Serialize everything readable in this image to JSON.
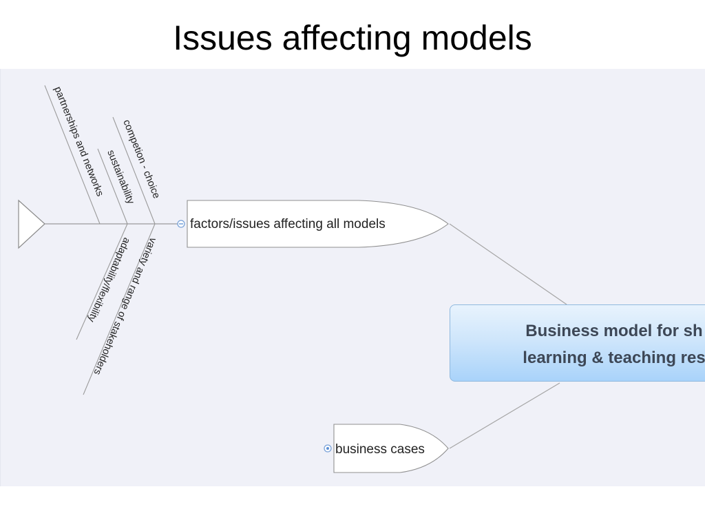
{
  "slide": {
    "title": "Issues affecting models"
  },
  "map": {
    "central_topic": {
      "line1": "Business model for sh",
      "line2": "learning & teaching res"
    },
    "subtopics": [
      {
        "label": "factors/issues affecting all models",
        "fishbone": {
          "upper_bones": [
            "partnerships and networks",
            "sustainability",
            "competion - choice"
          ],
          "lower_bones": [
            "adaptability/flexibility",
            "variety and range of stakeholders"
          ]
        }
      },
      {
        "label": "business cases"
      }
    ]
  },
  "colors": {
    "canvas_background": "#f0f1f8",
    "central_node_gradient_top": "#e8f3fd",
    "central_node_gradient_bottom": "#a9d3fa",
    "central_node_border": "#8fb8de",
    "connector": "#a5a5a5",
    "collapse_marker": "#5b8fd6"
  }
}
